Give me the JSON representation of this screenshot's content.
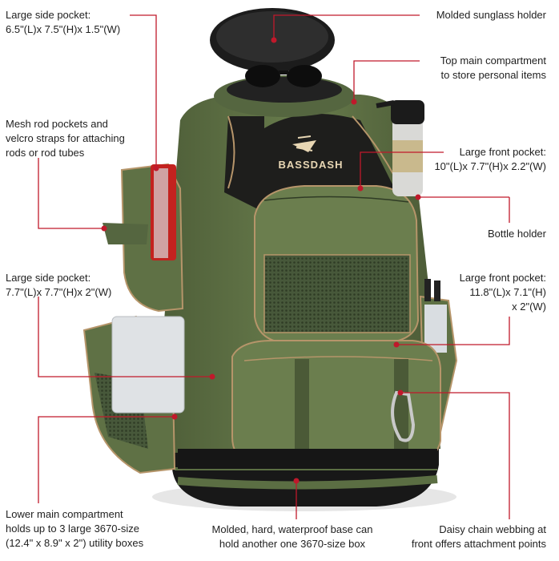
{
  "brand": {
    "logo_text": "BASSDASH"
  },
  "callouts": {
    "large_side_pocket_top": {
      "title": "Large side pocket:",
      "spec": "6.5\"(L)x 7.5\"(H)x 1.5\"(W)"
    },
    "sunglass_holder": {
      "title": "Molded sunglass holder"
    },
    "top_main_compartment": {
      "line1": "Top main compartment",
      "line2": "to store personal items"
    },
    "mesh_rod_pockets": {
      "line1": "Mesh rod pockets and",
      "line2": "velcro straps for attaching",
      "line3": "rods or rod tubes"
    },
    "large_front_pocket_upper": {
      "title": "Large front pocket:",
      "spec": "10\"(L)x 7.7\"(H)x 2.2\"(W)"
    },
    "bottle_holder": {
      "title": "Bottle holder"
    },
    "large_side_pocket_bottom": {
      "title": "Large side pocket:",
      "spec": "7.7\"(L)x 7.7\"(H)x 2\"(W)"
    },
    "large_front_pocket_lower": {
      "line1": "Large front pocket:",
      "line2": "11.8\"(L)x 7.1\"(H)",
      "line3": "x 2\"(W)"
    },
    "lower_main_compartment": {
      "line1": "Lower main compartment",
      "line2": "holds up to 3 large 3670-size",
      "line3": "(12.4\" x 8.9\" x 2\") utility boxes"
    },
    "waterproof_base": {
      "line1": "Molded, hard, waterproof base can",
      "line2": "hold another one 3670-size box"
    },
    "daisy_chain": {
      "line1": "Daisy chain webbing at",
      "line2": "front offers attachment points"
    }
  },
  "colors": {
    "leader": "#c0192b",
    "bag_green": "#5b6e43",
    "bag_green_dark": "#3e4c2d",
    "black_panel": "#1e1e1c",
    "trim_tan": "#b6956a"
  }
}
